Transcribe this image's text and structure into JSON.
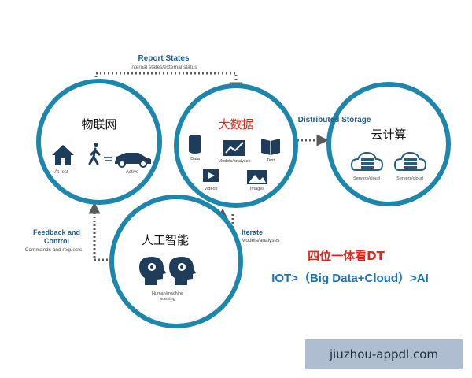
{
  "top_arrow": {
    "title": "Report States",
    "subtitle": "Internal states/external status"
  },
  "iot": {
    "title": "物联网",
    "left_label": "At rest",
    "right_label": "Active"
  },
  "bigdata": {
    "title": "大数据",
    "items": [
      "Data",
      "Models/analyses",
      "Text",
      "Videos",
      "Images"
    ]
  },
  "cloud": {
    "title": "云计算",
    "items": [
      "Servers/cloud",
      "Servers/cloud"
    ]
  },
  "ai": {
    "title": "人工智能",
    "caption_line1": "Human/machine",
    "caption_line2": "learning"
  },
  "storage_arrow": {
    "label": "Distributed Storage"
  },
  "feedback": {
    "title_line1": "Feedback and",
    "title_line2": "Control",
    "subtitle": "Commands and requests"
  },
  "iterate": {
    "title": "Iterate",
    "subtitle": "Models/analyses"
  },
  "slogan": {
    "line1": "四位一体看DT",
    "line2": "IOT>（Big Data+Cloud）>AI"
  },
  "watermark": "jiuzhou-appdl.com",
  "colors": {
    "ring": "#1c86ac",
    "title_red": "#e0251b",
    "slogan_blue": "#1a72b8",
    "arrow": "#5a5a5a",
    "icon": "#1f3d5a",
    "label": "#1f5d8a"
  }
}
